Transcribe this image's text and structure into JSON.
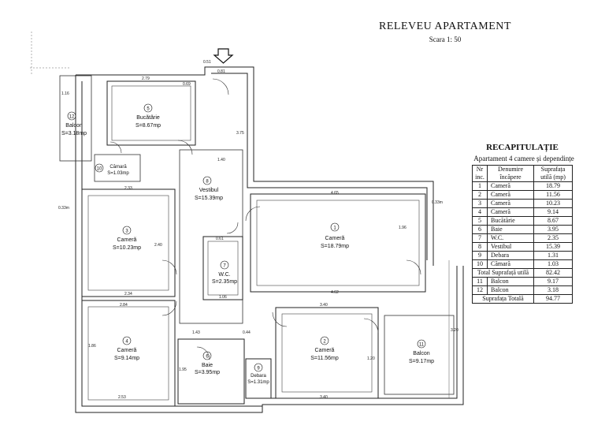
{
  "header": {
    "title": "RELEVEU APARTAMENT",
    "scale": "Scara 1: 50"
  },
  "recap": {
    "title": "RECAPITULAȚIE",
    "subtitle": "Apartament 4 camere și dependințe",
    "col_nr": "Nr inc.",
    "col_name": "Denumire încăpere",
    "col_area": "Suprafața utilă (mp)",
    "rows": [
      {
        "nr": "1",
        "name": "Cameră",
        "area": "18.79"
      },
      {
        "nr": "2",
        "name": "Cameră",
        "area": "11.56"
      },
      {
        "nr": "3",
        "name": "Cameră",
        "area": "10.23"
      },
      {
        "nr": "4",
        "name": "Cameră",
        "area": "9.14"
      },
      {
        "nr": "5",
        "name": "Bucătărie",
        "area": "8.67"
      },
      {
        "nr": "6",
        "name": "Baie",
        "area": "3.95"
      },
      {
        "nr": "7",
        "name": "W.C.",
        "area": "2.35"
      },
      {
        "nr": "8",
        "name": "Vestibul",
        "area": "15.39"
      },
      {
        "nr": "9",
        "name": "Debara",
        "area": "1.31"
      },
      {
        "nr": "10",
        "name": "Cămară",
        "area": "1.03"
      }
    ],
    "useful_total_label": "Total Suprafață utilă",
    "useful_total": "82.42",
    "balconies": [
      {
        "nr": "11",
        "name": "Balcon",
        "area": "9.17"
      },
      {
        "nr": "12",
        "name": "Balcon",
        "area": "3.18"
      }
    ],
    "total_label": "Suprafața Totală",
    "total": "94.77"
  },
  "rooms": [
    {
      "nr": "1",
      "name": "Cameră",
      "area": "S=18.79mp"
    },
    {
      "nr": "2",
      "name": "Cameră",
      "area": "S=11.56mp"
    },
    {
      "nr": "3",
      "name": "Cameră",
      "area": "S=10.23mp"
    },
    {
      "nr": "4",
      "name": "Cameră",
      "area": "S=9.14mp"
    },
    {
      "nr": "5",
      "name": "Bucătărie",
      "area": "S=8.67mp"
    },
    {
      "nr": "6",
      "name": "Baie",
      "area": "S=3.95mp"
    },
    {
      "nr": "7",
      "name": "W.C.",
      "area": "S=2.35mp"
    },
    {
      "nr": "8",
      "name": "Vestibul",
      "area": "S=15.39mp"
    },
    {
      "nr": "9",
      "name": "Debara",
      "area": "S=1.31mp"
    },
    {
      "nr": "10",
      "name": "Cămară",
      "area": "S=1.03mp"
    },
    {
      "nr": "11",
      "name": "Balcon",
      "area": "S=9.17mp"
    },
    {
      "nr": "12",
      "name": "Balcon",
      "area": "S=3.18mp"
    }
  ],
  "dimensions": {
    "k_top": "2.79",
    "k_left": "1.16",
    "k_right": "0.69",
    "r1_top": "4.65",
    "r1_bottom": "4.62",
    "r1_side": "1.96",
    "r3_top": "2.33",
    "r3_bottom": "2.34",
    "r3_side": "2.40",
    "r4_top": "2.84",
    "r4_bottom": "2.53",
    "r4_side": "1.86",
    "r2_top": "3.40",
    "r2_bottom": "3.40",
    "r2_side": "1.20",
    "v_top": "0.81",
    "v_side": "3.75",
    "v_mid": "1.40",
    "b_top": "1.43",
    "b_side": "1.95",
    "d_top": "0.44",
    "wc_top": "0.61",
    "wc_bottom": "1.06",
    "bal11_side": "3.20",
    "entrance": "0.51",
    "ext_left": "0.33m",
    "ext_right": "0.33m"
  }
}
